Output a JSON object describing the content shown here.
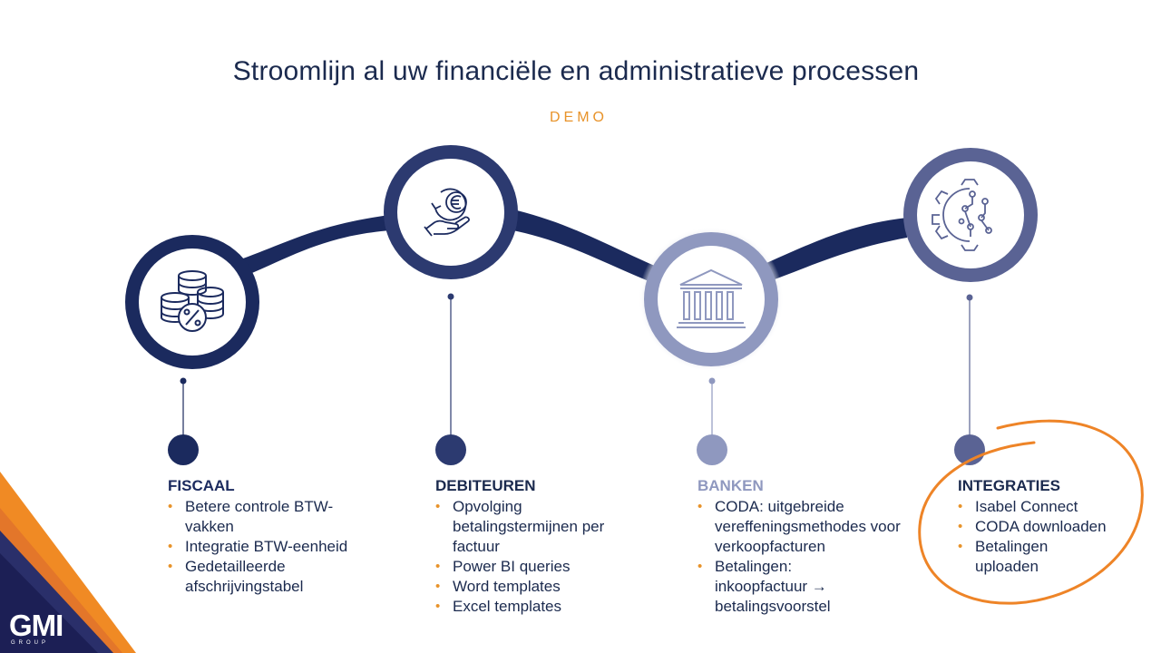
{
  "title": "Stroomlijn al uw financiële en administratieve processen",
  "subtitle": "DEMO",
  "sections": [
    {
      "heading": "FISCAAL",
      "color": "#1b2a5e",
      "items": [
        "Betere controle BTW-vakken",
        "Integratie BTW-eenheid",
        "Gedetailleerde afschrijvingstabel"
      ],
      "icon": "coins-percent-icon"
    },
    {
      "heading": "DEBITEUREN",
      "color": "#2c3a70",
      "items": [
        "Opvolging betalingstermijnen per factuur",
        "Power BI queries",
        "Word templates",
        "Excel templates"
      ],
      "icon": "hand-euro-icon"
    },
    {
      "heading": "BANKEN",
      "color": "#8f98bf",
      "items": [
        "CODA: uitgebreide vereffeningsmethodes voor verkoopfacturen",
        "Betalingen: inkoopfactuur → betalingsvoorstel"
      ],
      "icon": "bank-icon"
    },
    {
      "heading": "INTEGRATIES",
      "color": "#1b2a4e",
      "items": [
        "Isabel Connect",
        "CODA downloaden",
        "Betalingen uploaden"
      ],
      "icon": "gear-circuit-icon"
    }
  ],
  "logo": {
    "text": "GMI",
    "sub": "GROUP"
  },
  "colors": {
    "navy": "#1b2a5e",
    "accent": "#e8932a",
    "mid": "#5a6394",
    "light": "#8f98bf"
  }
}
